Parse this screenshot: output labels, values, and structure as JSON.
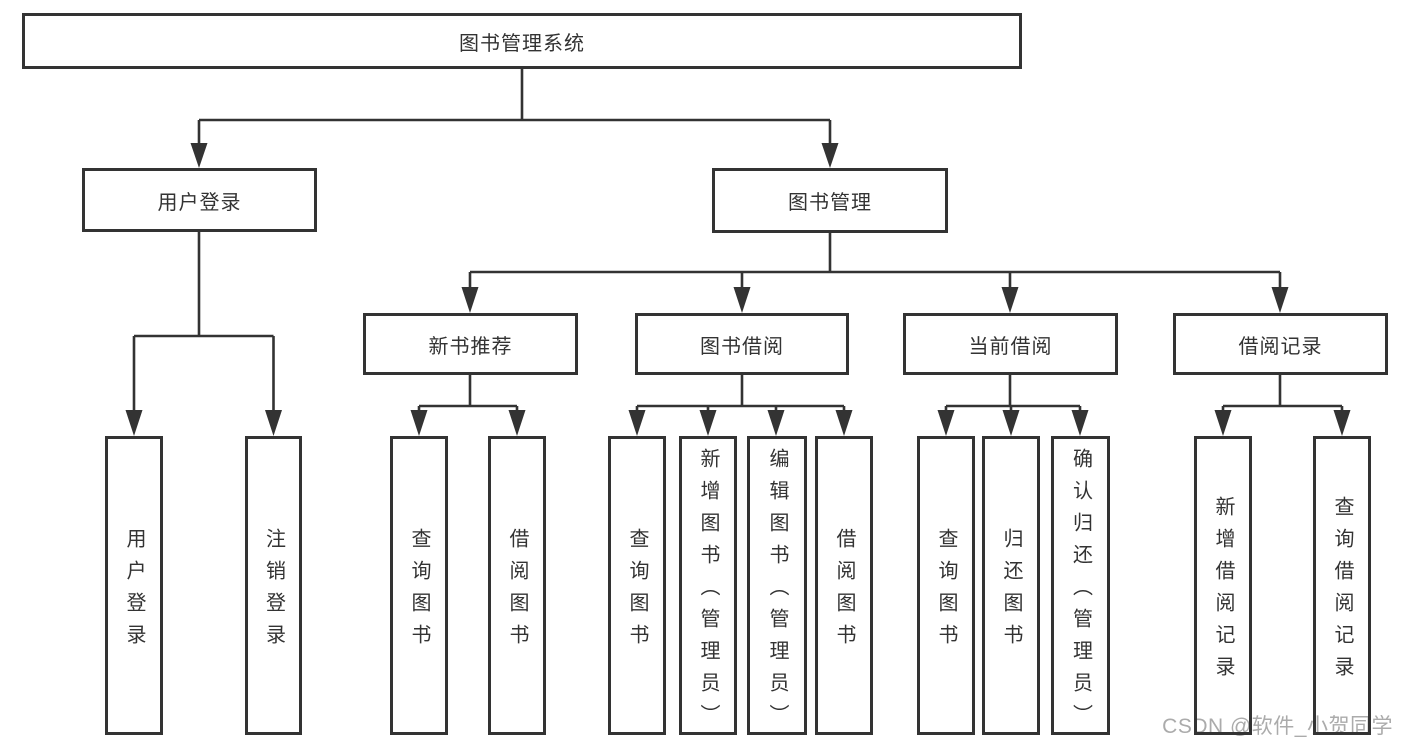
{
  "diagram_title": "图书管理系统",
  "tree": {
    "root": {
      "label": "图书管理系统",
      "children": [
        {
          "label": "用户登录",
          "children": [
            {
              "label": "用户登录"
            },
            {
              "label": "注销登录"
            }
          ]
        },
        {
          "label": "图书管理",
          "children": [
            {
              "label": "新书推荐",
              "children": [
                {
                  "label": "查询图书"
                },
                {
                  "label": "借阅图书"
                }
              ]
            },
            {
              "label": "图书借阅",
              "children": [
                {
                  "label": "查询图书"
                },
                {
                  "label": "新增图书（管理员）"
                },
                {
                  "label": "编辑图书（管理员）"
                },
                {
                  "label": "借阅图书"
                }
              ]
            },
            {
              "label": "当前借阅",
              "children": [
                {
                  "label": "查询图书"
                },
                {
                  "label": "归还图书"
                },
                {
                  "label": "确认归还（管理员）"
                }
              ]
            },
            {
              "label": "借阅记录",
              "children": [
                {
                  "label": "新增借阅记录"
                },
                {
                  "label": "查询借阅记录"
                }
              ]
            }
          ]
        }
      ]
    }
  },
  "watermark": {
    "text": "CSDN @软件_小贺同学"
  },
  "colors": {
    "line": "#333333",
    "box_border": "#333333",
    "text": "#333333",
    "watermark_text": "#ababab",
    "background": "#ffffff"
  }
}
